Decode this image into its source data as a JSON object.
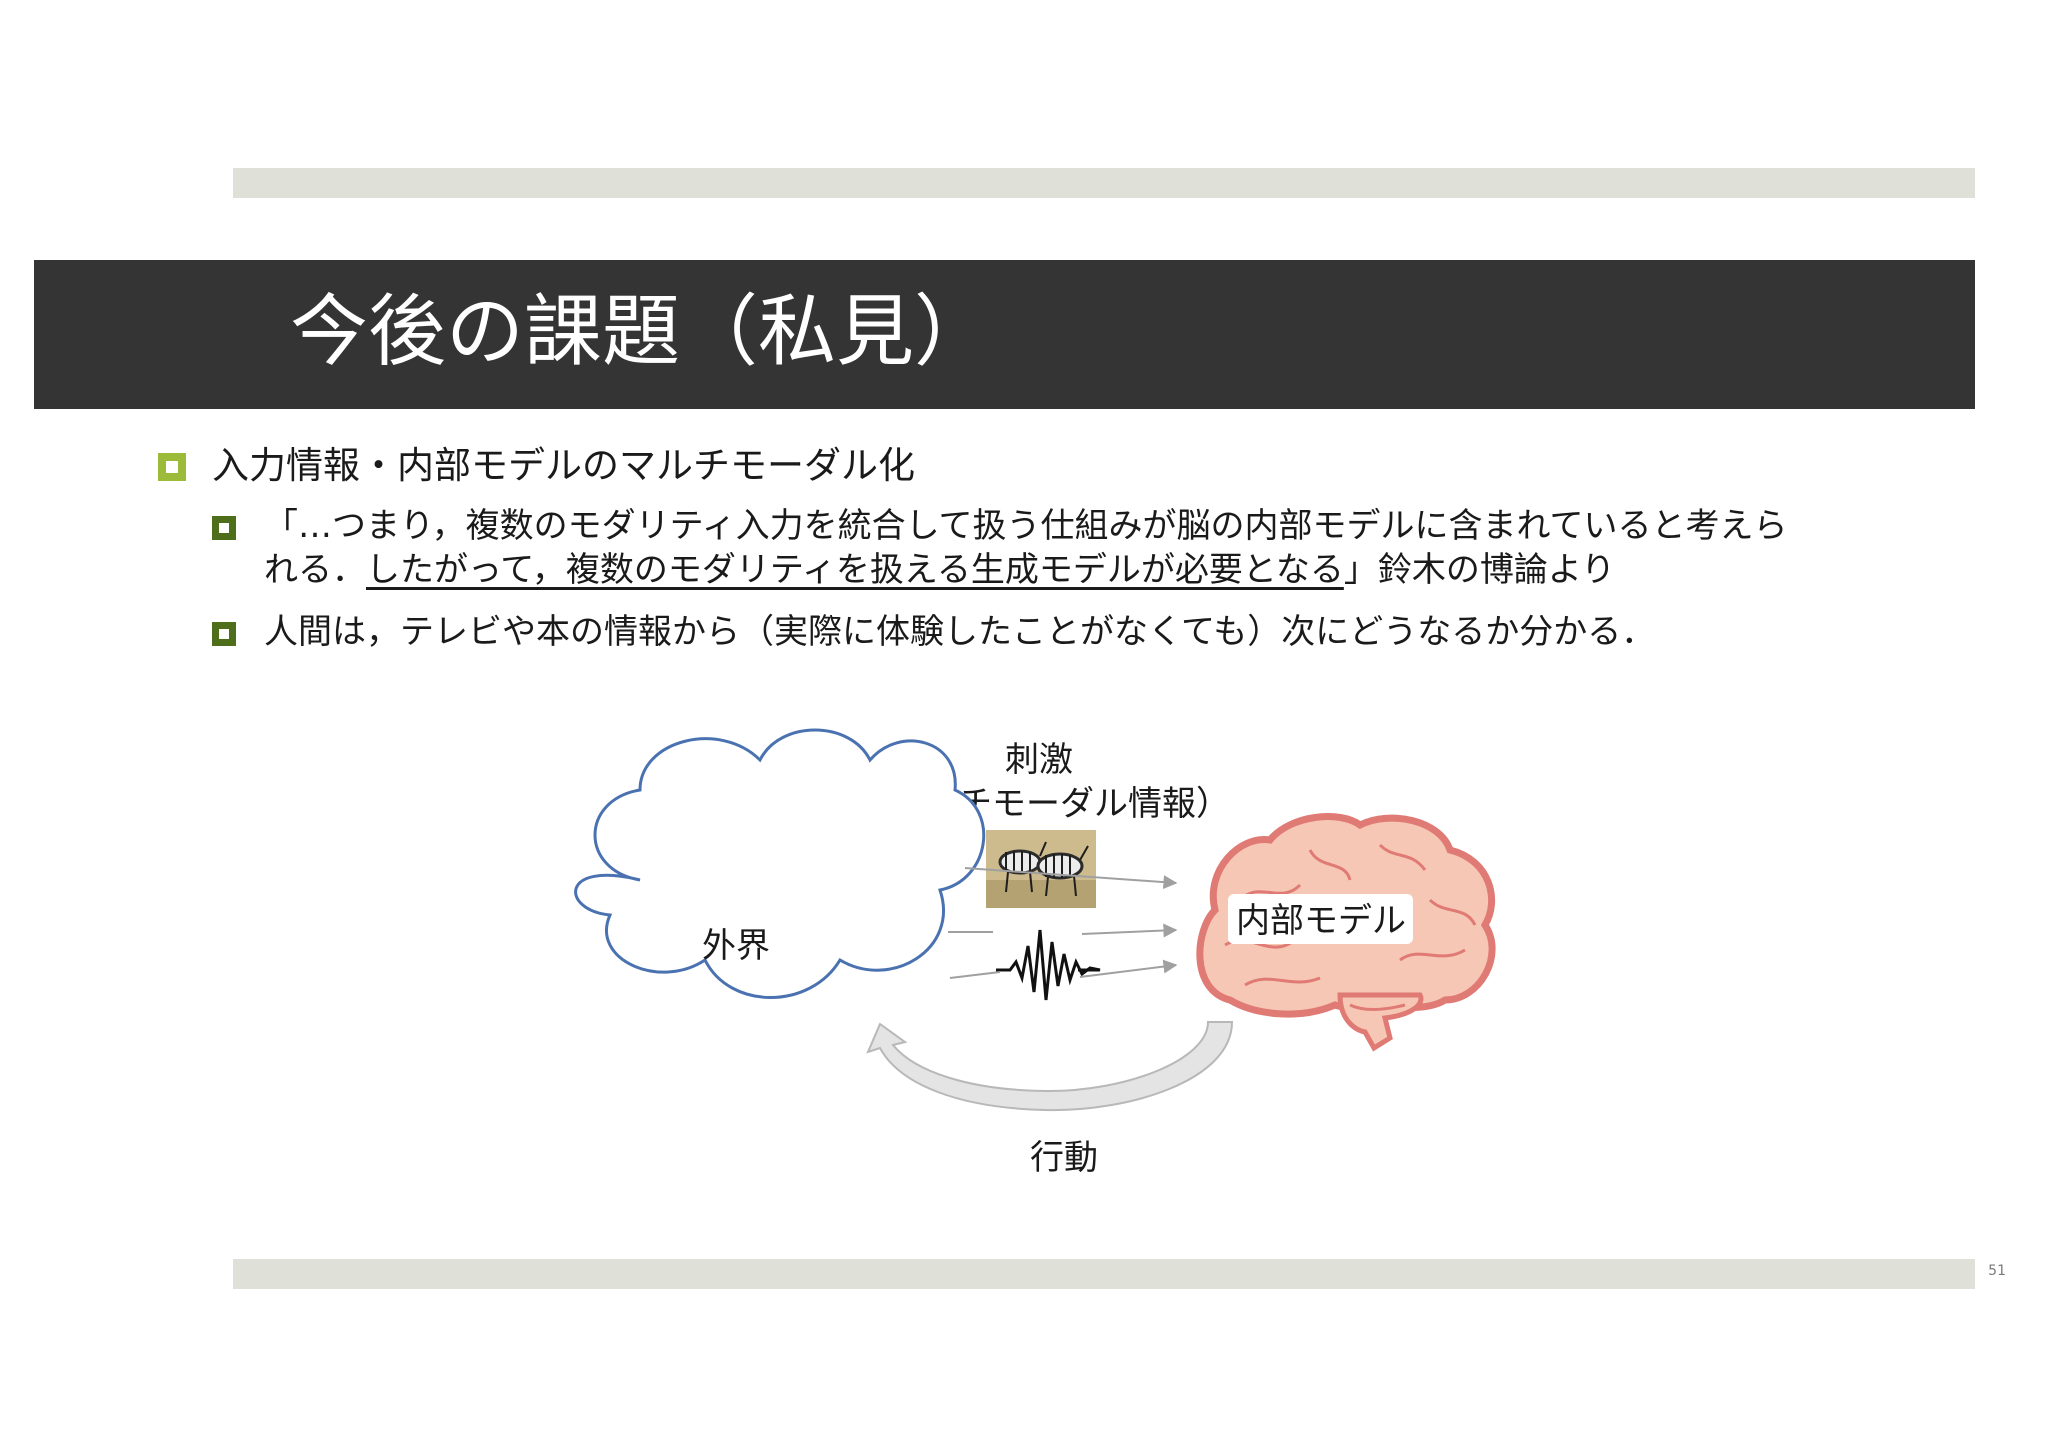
{
  "slide": {
    "title": "今後の課題（私見）",
    "bullets": {
      "b1": "入力情報・内部モデルのマルチモーダル化",
      "b2_line1": "「…つまり，複数のモダリティ入力を統合して扱う仕組みが脳の内部モデルに含まれていると考えら",
      "b2_line2_pre": "れる．",
      "b2_line2_underlined": "したがって，複数のモダリティを扱える生成モデルが必要となる",
      "b2_line2_post": "」鈴木の博論より",
      "b3": "人間は，テレビや本の情報から（実際に体験したことがなくても）次にどうなるか分かる．"
    },
    "diagram": {
      "stimulus_label": "刺激",
      "stimulus_sub_label": "（マルチモーダル情報）",
      "world_label": "外界",
      "internal_model_label": "内部モデル",
      "action_label": "行動"
    },
    "page_number": "51"
  },
  "colors": {
    "title_bar": "#343434",
    "band": "#dfe0d8",
    "bullet_level1": "#9dbb3b",
    "bullet_level2": "#4e6e1b",
    "cloud_outline": "#4a72b0",
    "brain_fill": "#f6c7b4",
    "brain_outline": "#e07a74"
  }
}
